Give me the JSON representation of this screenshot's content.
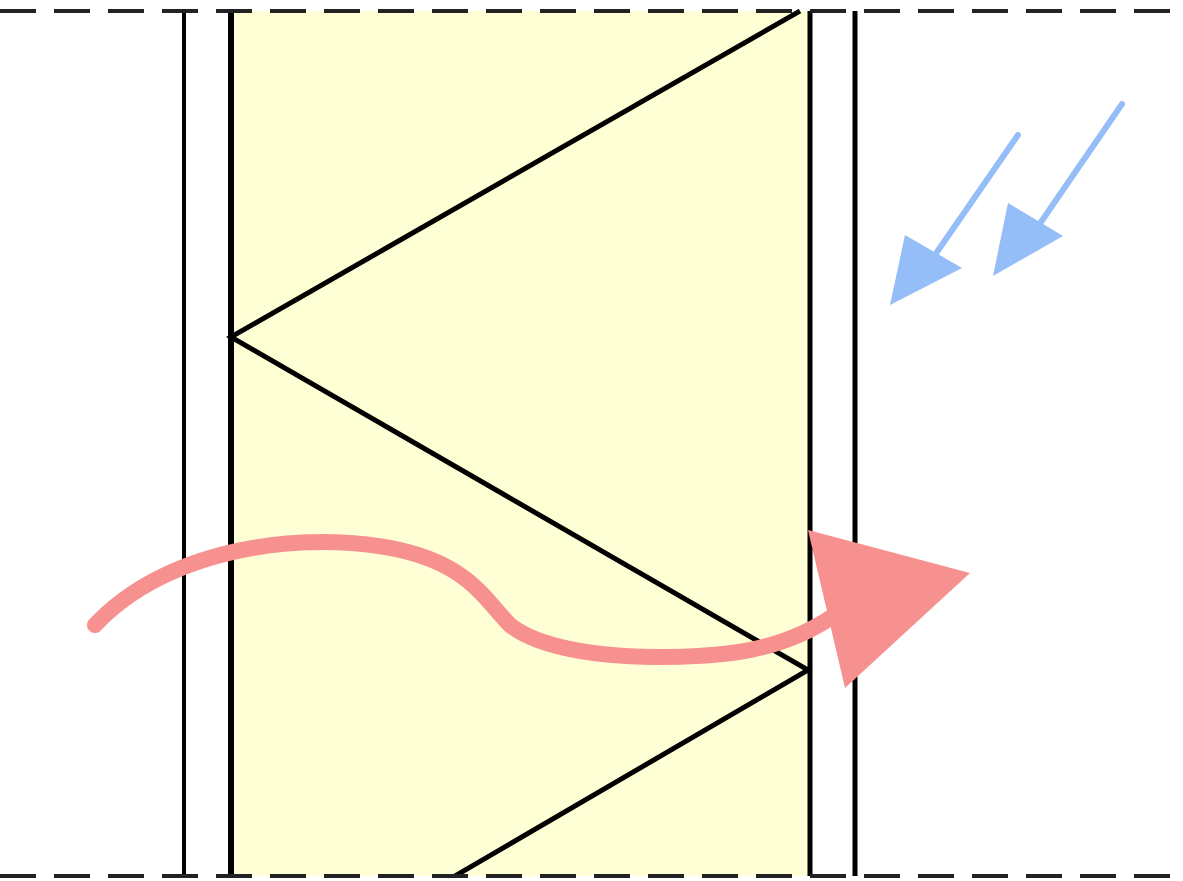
{
  "diagram": {
    "type": "wall-section",
    "colors": {
      "background": "#ffffff",
      "core_fill": "#ffffd6",
      "line": "#000000",
      "dashed_boundary": "#222222",
      "incoming_arrows": "#95bdf7",
      "outgoing_arrow": "#f7918f"
    },
    "elements": [
      "dashed-boundary-top",
      "dashed-boundary-bottom",
      "outer-layer-left",
      "core-layer",
      "outer-layer-right",
      "zigzag-bracing",
      "incoming-arrow-1",
      "incoming-arrow-2",
      "outgoing-curved-arrow"
    ]
  }
}
